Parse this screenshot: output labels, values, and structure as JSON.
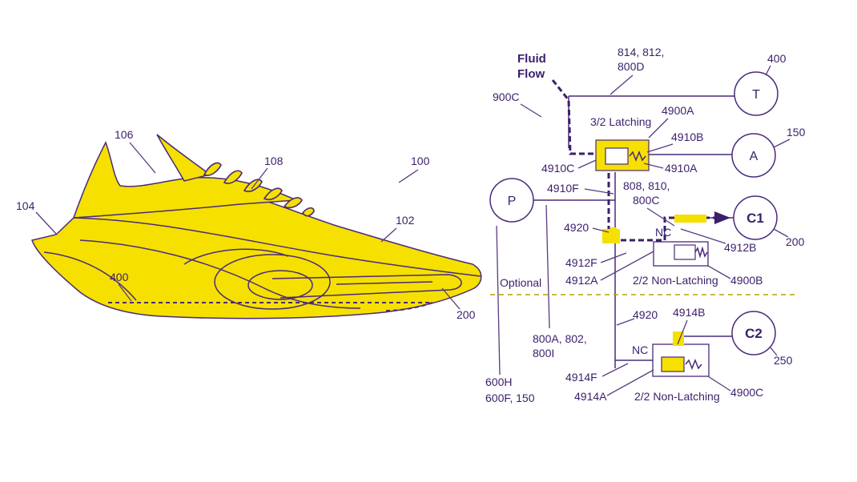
{
  "colors": {
    "fill": "#f5e000",
    "ink": "#3a1f6b",
    "background": "#ffffff"
  },
  "shoe": {
    "labels": {
      "l100": "100",
      "l102": "102",
      "l104": "104",
      "l106": "106",
      "l108": "108",
      "l200": "200",
      "l400": "400"
    }
  },
  "circuit": {
    "fluid_flow": [
      "Fluid",
      "Flow"
    ],
    "circles": {
      "T": "T",
      "A": "A",
      "P": "P",
      "C1": "C1",
      "C2": "C2"
    },
    "valves": {
      "latching": "3/2 Latching",
      "nonlatch_b": "2/2 Non-Latching",
      "nonlatch_c": "2/2  Non-Latching",
      "nc1": "NC",
      "nc2": "NC"
    },
    "optional": "Optional",
    "refs": {
      "r814": "814, 812,",
      "r800D": "800D",
      "r400": "400",
      "r900C": "900C",
      "r4900A": "4900A",
      "r150": "150",
      "r4910B": "4910B",
      "r4910C": "4910C",
      "r4910A": "4910A",
      "r4910F": "4910F",
      "r808": "808, 810,",
      "r800C": "800C",
      "r4920a": "4920",
      "r4912B": "4912B",
      "r200": "200",
      "r4912F": "4912F",
      "r4912A": "4912A",
      "r4900B": "4900B",
      "r4920b": "4920",
      "r4914B": "4914B",
      "r800A": "800A, 802,",
      "r800I": "800I",
      "r250": "250",
      "r4914F": "4914F",
      "r4914A": "4914A",
      "r4900C": "4900C",
      "r600H": "600H",
      "r600F": "600F, 150"
    }
  }
}
